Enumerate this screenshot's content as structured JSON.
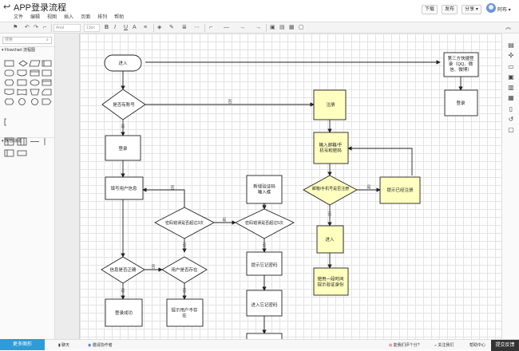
{
  "header": {
    "title": "APP登录流程",
    "menu": [
      "文件",
      "编辑",
      "视图",
      "插入",
      "页面",
      "排列",
      "帮助"
    ],
    "download_label": "下载",
    "publish_label": "发布",
    "share_label": "分享",
    "user_name": "阿布"
  },
  "toolbar": {
    "font_name": "Arial",
    "font_size": "13px"
  },
  "sidebar": {
    "search_placeholder": "搜索",
    "section_flowchart": "Flowchart 流程图",
    "section_swimlane": "泳池/泳道",
    "more_shapes_label": "更多图形"
  },
  "diagram": {
    "nodes": {
      "start": "进入",
      "has_account": "是否有账号",
      "login": "登录",
      "fill_info": "填写用户信息",
      "pwd_err_3": "密码错误是否超过3次",
      "pwd_err_5": "密码错误是否超过5次",
      "info_correct": "信息是否正确",
      "user_exists": "用户是否存在",
      "login_success": "登录成功",
      "user_not_exist": "提示用户不存在",
      "add_captcha": "新增验证码输入框",
      "forgot_pwd_hint": "提示忘记密码",
      "enter_forgot": "进入忘记密码",
      "register": "注册",
      "enter_phone": "输入邮箱/手机号和密码",
      "email_registered": "邮箱/手机号是否注册",
      "already_registered": "提示已经注册",
      "enter": "进入",
      "verify_hint": "使用一段时间提示验证身份",
      "third_party": "第三方快捷登录（QQ、微信、微博）",
      "login2": "登录"
    },
    "labels": {
      "no": "否",
      "yes": "是"
    }
  },
  "bottom": {
    "chat_label": "聊天",
    "invite_label": "邀请协作者",
    "rate_label": "能我们评个分?",
    "follow_label": "关注我们",
    "help_label": "帮助中心",
    "feedback_label": "提交反馈"
  },
  "colors": {
    "highlight_fill": "#ffffc0",
    "accent": "#2d9cdb"
  }
}
